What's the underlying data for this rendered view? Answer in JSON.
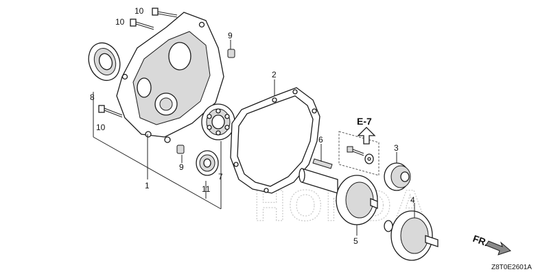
{
  "labels": {
    "p1": "1",
    "p2": "2",
    "p3": "3",
    "p4": "4",
    "p5": "5",
    "p6": "6",
    "p7": "7",
    "p8": "8",
    "p9a": "9",
    "p9b": "9",
    "p10a": "10",
    "p10b": "10",
    "p10c": "10",
    "p11": "11"
  },
  "ref": "E-7",
  "direction": "FR.",
  "watermark": "HONDA",
  "diagram_code": "Z8T0E2601A"
}
